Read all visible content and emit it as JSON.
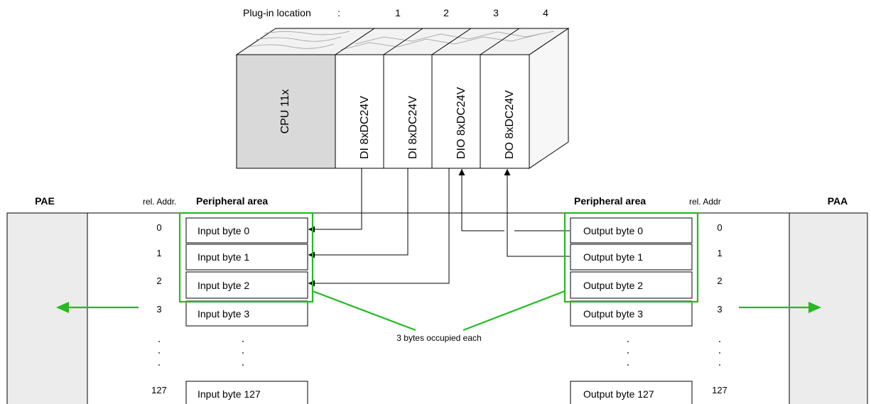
{
  "plug_in": {
    "label": "Plug-in location",
    "sep": ":",
    "slots": [
      "1",
      "2",
      "3",
      "4"
    ]
  },
  "cpu": {
    "label": "CPU 11x"
  },
  "modules": [
    "DI 8xDC24V",
    "DI 8xDC24V",
    "DIO 8xDC24V",
    "DO 8xDC24V"
  ],
  "left": {
    "title": "PAE",
    "rel_addr_label": "rel. Addr.",
    "area_label": "Peripheral area",
    "addresses": [
      "0",
      "1",
      "2",
      "3"
    ],
    "bytes": [
      "Input byte 0",
      "Input byte 1",
      "Input byte 2",
      "Input byte 3"
    ],
    "last_address": "127",
    "last_byte": "Input byte 127"
  },
  "right": {
    "title": "PAA",
    "rel_addr_label": "rel. Addr",
    "area_label": "Peripheral area",
    "addresses": [
      "0",
      "1",
      "2",
      "3"
    ],
    "bytes": [
      "Output byte 0",
      "Output byte 1",
      "Output byte 2",
      "Output byte 3"
    ],
    "last_address": "127",
    "last_byte": "Output byte 127"
  },
  "annotation": "3 bytes occupied each",
  "colors": {
    "highlight": "#22bb22",
    "cpu_fill": "#d9d9d9",
    "pae_paa_fill": "#ececec",
    "top_face": "#f2f2f2",
    "side_face": "#f7f7f7"
  }
}
